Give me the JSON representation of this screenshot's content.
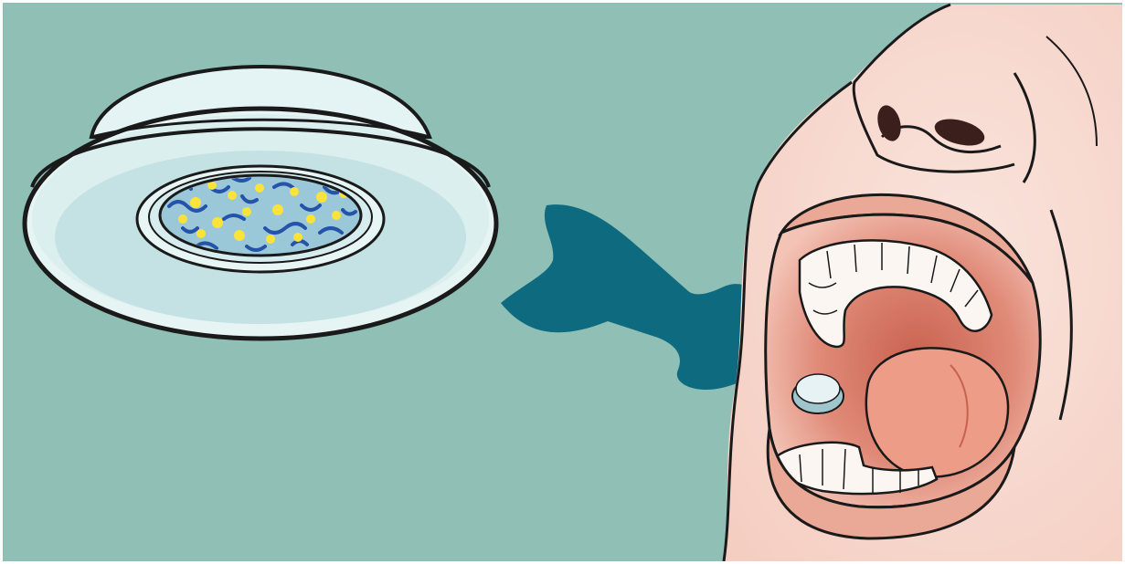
{
  "illustration": {
    "subject": [
      "petri-dish-with-bacteria",
      "arrow-pointing-right",
      "open-mouth-with-tablet-under-tongue"
    ],
    "colors": {
      "background": "#8fbfb5",
      "arrow": "#0e6a7f",
      "dish": "#e4f3f3",
      "dish_shadow": "#bfe0e3",
      "culture": "#9ac8d8",
      "bacteria_rods": "#2453a8",
      "bacteria_dots": "#ffe23a",
      "skin": "#f8dcd3",
      "mouth_interior": "#e08a78",
      "tongue": "#ec9c87",
      "teeth": "#fbf6f2",
      "tablet": "#c7dee2",
      "outline": "#1a1a1a"
    }
  }
}
